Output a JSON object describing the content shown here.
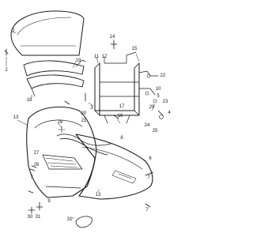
{
  "diagram": {
    "callouts": {
      "c1": "1",
      "c2": "2",
      "c3": "3",
      "c4": "4",
      "c5": "5",
      "c6": "6",
      "c7a": "7",
      "c7b": "7",
      "c7c": "7",
      "c8": "8",
      "c9": "9",
      "c10": "10",
      "c11": "11",
      "c12": "12",
      "c13a": "13",
      "c13b": "13",
      "c14": "14",
      "c15": "15",
      "c16": "16",
      "c17": "17",
      "c18": "18",
      "c19": "19",
      "c20": "20",
      "c21": "21",
      "c22": "22",
      "c23": "23",
      "c24": "24",
      "c25": "25",
      "c26": "26",
      "c27": "27",
      "c28": "28",
      "c29": "29",
      "c30": "30",
      "c31a": "31",
      "c31b": "31"
    }
  }
}
